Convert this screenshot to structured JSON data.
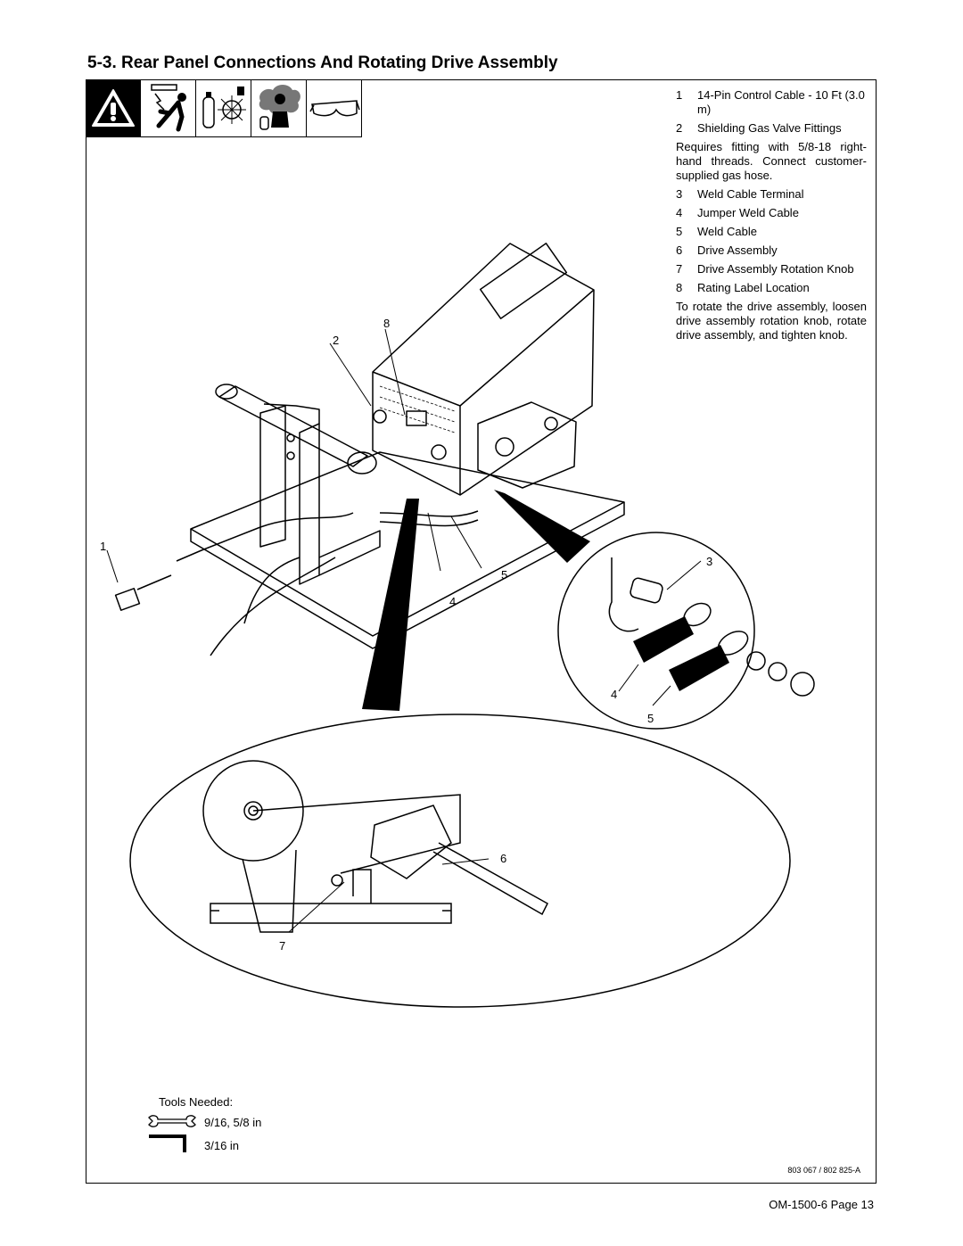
{
  "section_title": "5-3.   Rear Panel Connections And Rotating Drive Assembly",
  "legend": {
    "items": [
      {
        "num": "1",
        "text": "14-Pin Control Cable - 10 Ft (3.0 m)"
      },
      {
        "num": "2",
        "text": "Shielding Gas Valve Fittings"
      }
    ],
    "gas_note": "Requires fitting with 5/8-18 right-hand threads. Connect customer-supplied gas hose.",
    "items2": [
      {
        "num": "3",
        "text": "Weld Cable Terminal"
      },
      {
        "num": "4",
        "text": "Jumper Weld Cable"
      },
      {
        "num": "5",
        "text": "Weld Cable"
      },
      {
        "num": "6",
        "text": "Drive Assembly"
      },
      {
        "num": "7",
        "text": "Drive Assembly Rotation Knob"
      },
      {
        "num": "8",
        "text": "Rating Label Location"
      }
    ],
    "rotate_note": "To rotate the drive assembly, loosen drive assembly rotation knob, rotate drive assembly, and tighten knob."
  },
  "callouts": {
    "c1": "1",
    "c2": "2",
    "c3": "3",
    "c4a": "4",
    "c4b": "4",
    "c5a": "5",
    "c5b": "5",
    "c6": "6",
    "c7": "7",
    "c8": "8"
  },
  "tools": {
    "heading": "Tools Needed:",
    "wrench": "9/16, 5/8 in",
    "hex": "3/16 in"
  },
  "figure_code": "803 067 / 802 825-A",
  "page_footer": "OM-1500-6 Page 13",
  "icons": [
    "warning-triangle-icon",
    "electric-shock-icon",
    "gas-cylinder-sparks-icon",
    "fumes-breathing-icon",
    "safety-glasses-icon"
  ]
}
